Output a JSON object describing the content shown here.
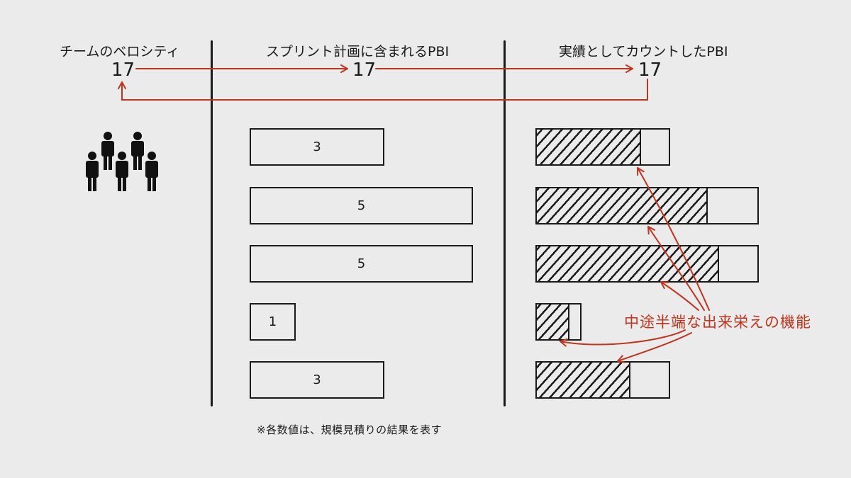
{
  "columns": {
    "velocity": {
      "header": "チームのベロシティ",
      "value": "17"
    },
    "sprint_plan": {
      "header": "スプリント計画に含まれるPBI",
      "value": "17"
    },
    "actual": {
      "header": "実績としてカウントしたPBI",
      "value": "17"
    }
  },
  "planned_items": [
    {
      "size": "3"
    },
    {
      "size": "5"
    },
    {
      "size": "5"
    },
    {
      "size": "1"
    },
    {
      "size": "3"
    }
  ],
  "actual_items": [
    {
      "size": 3,
      "done_fraction": 0.78
    },
    {
      "size": 5,
      "done_fraction": 0.77
    },
    {
      "size": 5,
      "done_fraction": 0.82
    },
    {
      "size": 1,
      "done_fraction": 0.72
    },
    {
      "size": 3,
      "done_fraction": 0.7
    }
  ],
  "callout": "中途半端な出来栄えの機能",
  "footnote": "※各数値は、規模見積りの結果を表す",
  "icons": {
    "team": "team-people-icon"
  },
  "colors": {
    "background": "#ebebeb",
    "ink": "#1a1a1a",
    "accent": "#c0341d"
  }
}
